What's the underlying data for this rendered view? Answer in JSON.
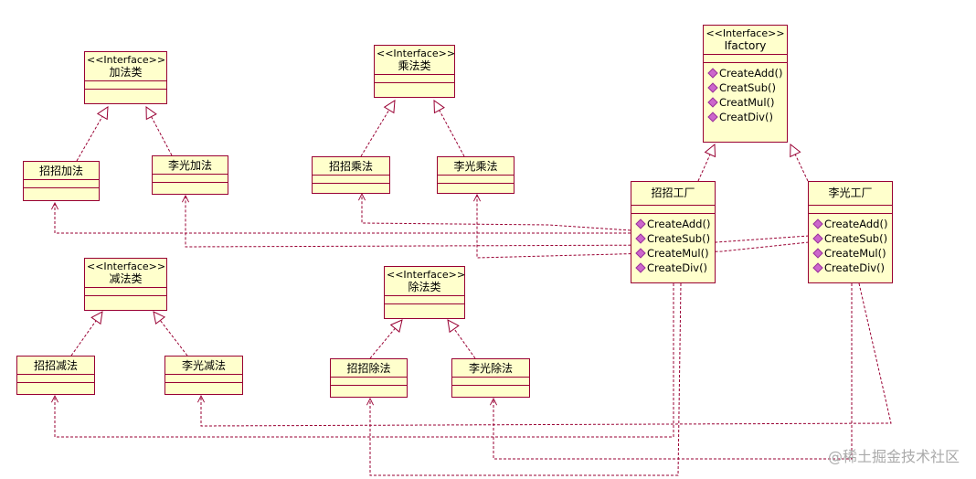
{
  "classes": {
    "add_if": {
      "stereotype": "<<Interface>>",
      "name": "加法类"
    },
    "mul_if": {
      "stereotype": "<<Interface>>",
      "name": "乘法类"
    },
    "factory_if": {
      "stereotype": "<<Interface>>",
      "name": "Ifactory",
      "ops": [
        "CreateAdd()",
        "CreatSub()",
        "CreatMul()",
        "CreatDiv()"
      ]
    },
    "sub_if": {
      "stereotype": "<<Interface>>",
      "name": "减法类"
    },
    "div_if": {
      "stereotype": "<<Interface>>",
      "name": "除法类"
    },
    "zz_add": {
      "name": "招招加法"
    },
    "lg_add": {
      "name": "李光加法"
    },
    "zz_mul": {
      "name": "招招乘法"
    },
    "lg_mul": {
      "name": "李光乘法"
    },
    "zz_sub": {
      "name": "招招减法"
    },
    "lg_sub": {
      "name": "李光减法"
    },
    "zz_div": {
      "name": "招招除法"
    },
    "lg_div": {
      "name": "李光除法"
    },
    "zz_factory": {
      "name": "招招工厂",
      "ops": [
        "CreateAdd()",
        "CreateSub()",
        "CreateMul()",
        "CreateDiv()"
      ]
    },
    "lg_factory": {
      "name": "李光工厂",
      "ops": [
        "CreateAdd()",
        "CreateSub()",
        "CreateMul()",
        "CreateDiv()"
      ]
    }
  },
  "watermark": "@稀土掘金技术社区",
  "colors": {
    "fill": "#ffffcc",
    "border": "#990033",
    "line": "#990033",
    "op_icon": "#cc66cc"
  }
}
